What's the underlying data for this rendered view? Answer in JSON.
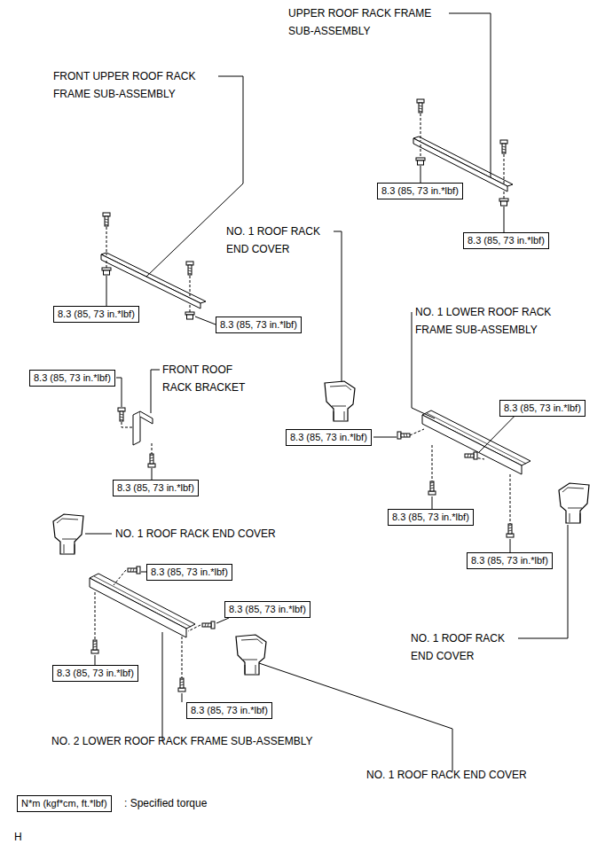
{
  "diagram": {
    "nodes": [
      {
        "text": [
          "8.3 (85, 73 in.*lbf)"
        ]
      },
      {
        "text": [
          "8.3 (85, 73 in.*lbf)"
        ]
      },
      {
        "text": [
          "8.3 (85, 73 in.*lbf)"
        ]
      },
      {
        "text": [
          "8.3 (85, 73 in.*lbf)"
        ]
      },
      {
        "text": [
          "8.3 (85, 73 in.*lbf)"
        ]
      },
      {
        "text": [
          "8.3 (85, 73 in.*lbf)"
        ]
      },
      {
        "text": [
          "8.3 (85, 73 in.*lbf)"
        ]
      },
      {
        "text": [
          "8.3 (85, 73 in.*lbf)"
        ]
      },
      {
        "text": [
          "8.3 (85, 73 in.*lbf)"
        ]
      },
      {
        "text": [
          "8.3 (85, 73 in.*lbf)"
        ]
      },
      {
        "text": [
          "8.3 (85, 73 in.*lbf)"
        ]
      },
      {
        "text": [
          "8.3 (85, 73 in.*lbf)"
        ]
      },
      {
        "text": [
          "8.3 (85, 73 in.*lbf)"
        ]
      },
      {
        "text": [
          "8.3 (85, 73 in.*lbf)"
        ]
      },
      {
        "text": [
          "N*m (kgf*cm, ft.*lbf)"
        ]
      }
    ],
    "labels": [
      "UPPER ROOF RACK FRAME SUB-ASSEMBLY",
      "FRONT UPPER ROOF RACK FRAME SUB-ASSEMBLY",
      "NO. 1 ROOF RACK END COVER",
      "NO. 1 LOWER ROOF RACK FRAME SUB-ASSEMBLY",
      "FRONT ROOF RACK BRACKET",
      "NO. 1 ROOF RACK END COVER",
      "NO. 1 ROOF RACK END COVER",
      "NO. 2 LOWER ROOF RACK FRAME SUB-ASSEMBLY",
      "NO. 1 ROOF RACK END COVER",
      ": Specified torque",
      "H"
    ]
  }
}
